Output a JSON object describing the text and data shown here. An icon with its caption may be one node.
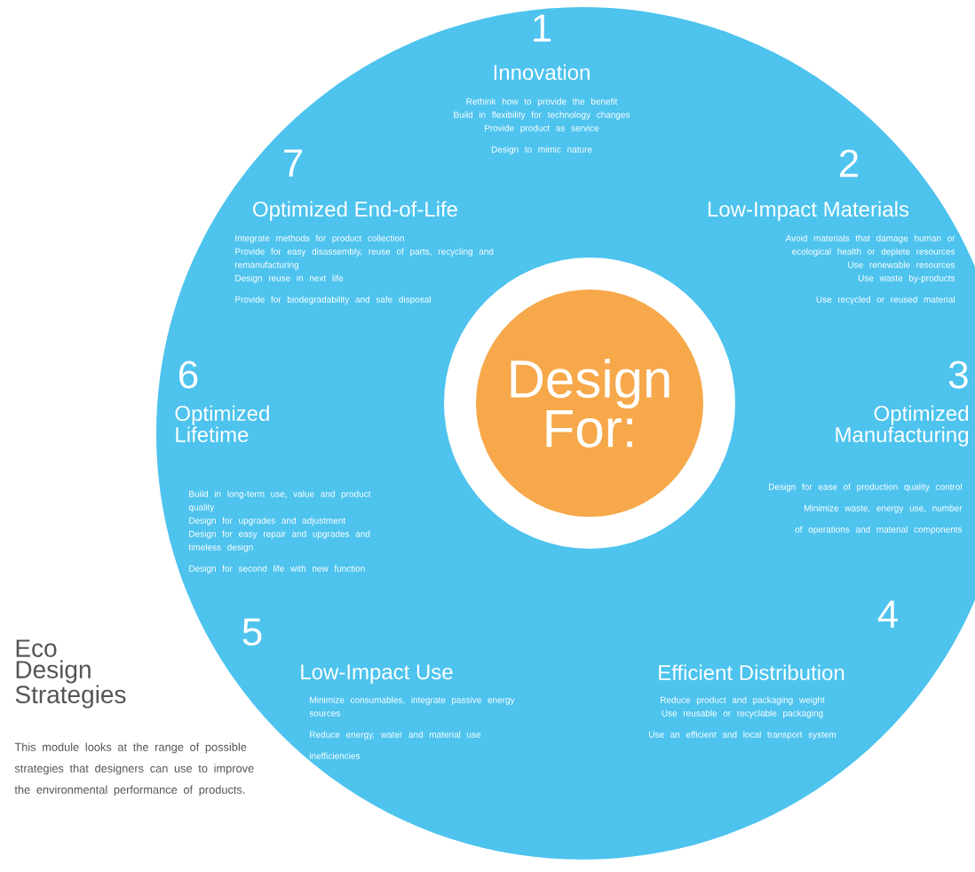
{
  "diagram": {
    "title": "Eco Design Strategies",
    "caption": "This module looks at the range of possible strategies that designers can use to improve the environmental performance of products.",
    "nodes": [
      {
        "text": [],
        "shape": "circle"
      },
      {
        "text": [
          "Design For:"
        ],
        "in": 0
      }
    ],
    "labels": [
      "1",
      "Innovation",
      "Rethink how to provide the benefit",
      "Build in flexibility for technology changes",
      "Provide product as service",
      "Design to mimic nature",
      "2",
      "Low-Impact Materials",
      "Avoid materials that damage human or ecological health or deplete resources",
      "Use renewable resources",
      "Use waste by-products",
      "Use recycled or reused material",
      "3",
      "Optimized Manufacturing",
      "Design for ease of production quality control",
      "Minimize waste, energy use, number of operations and material components",
      "4",
      "Efficient Distribution",
      "Reduce product and packaging weight",
      "Use reusable or recyclable packaging",
      "Use an efficient and local transport system",
      "5",
      "Low-Impact Use",
      "Minimize consumables, integrate passive energy sources",
      "Reduce energy, water and material use inefficiencies",
      "6",
      "Optimized Lifetime",
      "Build in long-term use, value and product quality",
      "Design for upgrades and adjustment",
      "Design for easy repair and upgrades and timeless design",
      "Design for second life with new function",
      "7",
      "Optimized End-of-Life",
      "Integrate methods for product collection",
      "Provide for easy disassembly, reuse of parts, recycling and remanufacturing",
      "Design reuse in next life",
      "Provide for biodegradability and safe disposal"
    ]
  }
}
